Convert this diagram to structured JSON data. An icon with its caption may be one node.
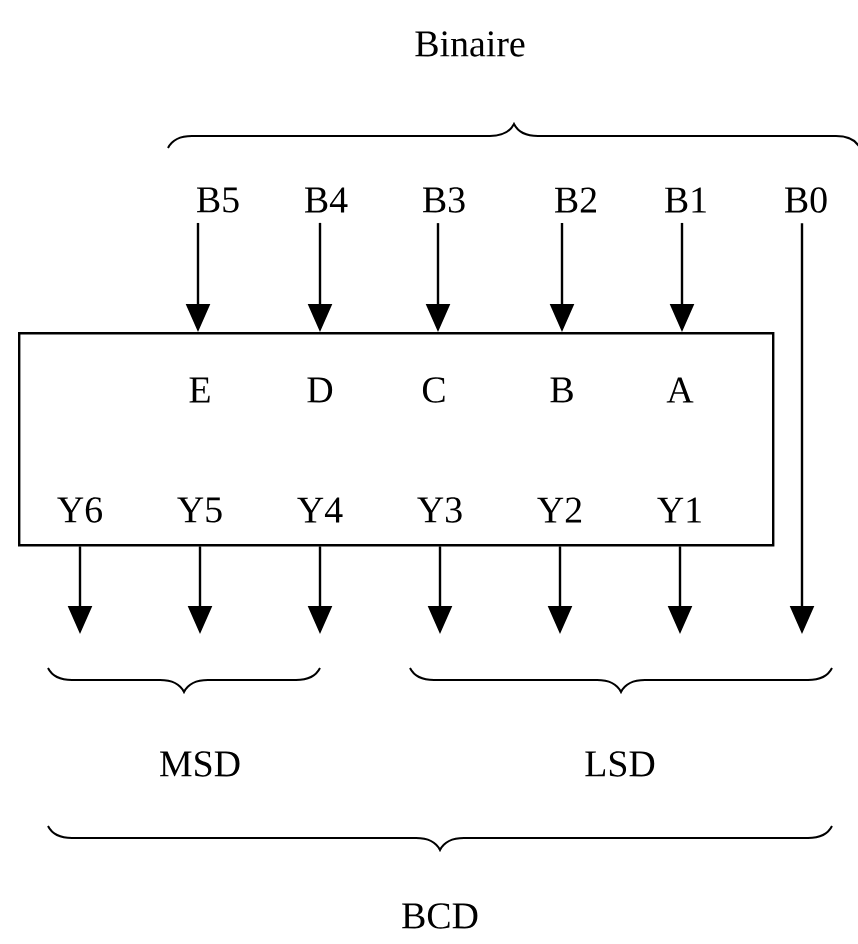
{
  "diagram": {
    "nodes": [
      {
        "text": [
          "B5"
        ]
      },
      {
        "text": [
          "B4"
        ]
      },
      {
        "text": [
          "B3"
        ]
      },
      {
        "text": [
          "B2"
        ]
      },
      {
        "text": [
          "B1"
        ]
      },
      {
        "text": [
          "B0"
        ]
      },
      {
        "text": [
          "E",
          "D",
          "C",
          "B",
          "A",
          "Y6",
          "Y5",
          "Y4",
          "Y3",
          "Y2",
          "Y1"
        ]
      }
    ],
    "edges": [
      {
        "from": 0,
        "to": 6,
        "arrow": "to"
      },
      {
        "from": 1,
        "to": 6,
        "arrow": "to"
      },
      {
        "from": 2,
        "to": 6,
        "arrow": "to"
      },
      {
        "from": 3,
        "to": 6,
        "arrow": "to"
      },
      {
        "from": 4,
        "to": 6,
        "arrow": "to"
      },
      {
        "from": 5,
        "to": null,
        "arrow": "to"
      },
      {
        "from": 6,
        "to": null,
        "arrow": "to"
      },
      {
        "from": 6,
        "to": null,
        "arrow": "to"
      },
      {
        "from": 6,
        "to": null,
        "arrow": "to"
      },
      {
        "from": 6,
        "to": null,
        "arrow": "to"
      },
      {
        "from": 6,
        "to": null,
        "arrow": "to"
      },
      {
        "from": 6,
        "to": null,
        "arrow": "to"
      }
    ],
    "labels": [
      "Binaire",
      "MSD",
      "LSD",
      "BCD"
    ]
  }
}
